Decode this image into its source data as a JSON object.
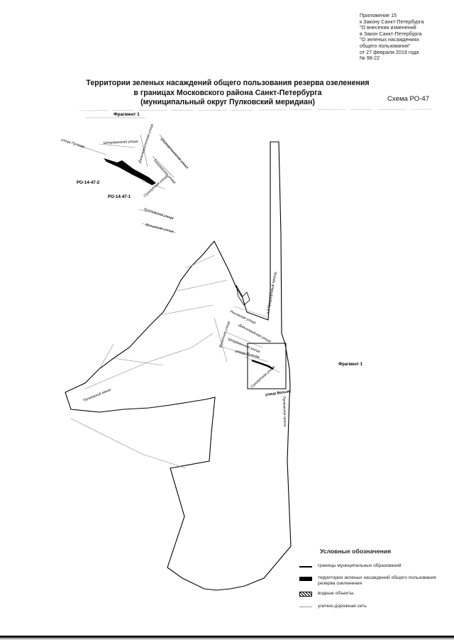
{
  "appendix": {
    "lines": [
      "Приложение 15",
      "к Закону Санкт-Петербурга",
      "\"О внесении  изменений",
      "в Закон Санкт-Петербурга",
      "\"О зеленых насаждениях",
      "общего пользования\"",
      "от 27 февраля 2019 года",
      "№ 98-22"
    ]
  },
  "title": {
    "line1": "Территории зеленых насаждений общего пользования резерва озеленения",
    "line2": "в границах Московского района Санкт-Петербурга",
    "line3": "(муниципальный округ Пулковский меридиан)"
  },
  "schema_label": "Схема РО-47",
  "fragment": {
    "label_top": "Фрагмент 1",
    "label_side": "Фрагмент 1",
    "zones": [
      "РО-14-47-2",
      "РО-14-47-1"
    ],
    "streets": [
      "улица Пулкова",
      "Штурманская улица",
      "Дальневосточная улица",
      "Шереметьевская улица",
      "Тополевская улица",
      "Сухопутная улица",
      "Бухтовская улица",
      "Вольмская улица"
    ]
  },
  "map": {
    "streets": [
      "4-й Предпортовый проезд",
      "Расовская улица",
      "Дальновидская улица",
      "Штурманская улица",
      "улица Пулкова",
      "Взлетная улица",
      "Сухопутная улица",
      "Пулковский канал",
      "улица Вольмс",
      "Пулковское шоссе"
    ]
  },
  "legend": {
    "title": "Условные обозначения",
    "items": [
      {
        "symbol": "boundary-line",
        "label": "границы муниципальных образований"
      },
      {
        "symbol": "green-zone-fill",
        "label": "территории зеленых насаждений общего пользования резерва озеленения"
      },
      {
        "symbol": "water-hatch",
        "label": "водные объекты"
      },
      {
        "symbol": "road-line",
        "label": "улично-дорожная сеть"
      }
    ]
  }
}
